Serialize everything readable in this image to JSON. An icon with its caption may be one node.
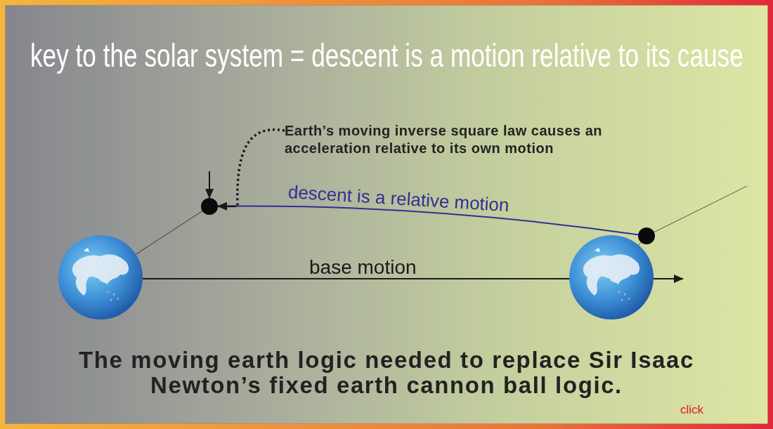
{
  "diagram": {
    "title": "key to the solar system = descent is a motion relative to its cause",
    "caption": "The moving earth logic needed to replace Sir Isaac Newton’s fixed earth cannon ball logic.",
    "nodes": [
      {
        "text": [],
        "shape": "picture"
      },
      {
        "text": [],
        "shape": "picture"
      },
      {
        "text": [],
        "shape": "circle"
      },
      {
        "text": [],
        "shape": "circle"
      },
      {
        "text": [
          "Earth’s moving inverse square law causes an acceleration relative to its own motion"
        ]
      }
    ],
    "edges": [
      {
        "from": 0,
        "to": null,
        "arrow": "to",
        "label": "base motion"
      },
      {
        "from": 3,
        "to": 2,
        "arrow": "to",
        "label": "descent is a relative motion",
        "color": "#2e3192"
      },
      {
        "from": 4,
        "to": null,
        "arrow": "none",
        "style": "dashed"
      },
      {
        "from": null,
        "to": 2,
        "arrow": "to"
      },
      {
        "from": 0,
        "to": 2,
        "arrow": "none"
      },
      {
        "from": 1,
        "to": 3,
        "arrow": "none"
      }
    ],
    "labels": [
      "click"
    ]
  }
}
